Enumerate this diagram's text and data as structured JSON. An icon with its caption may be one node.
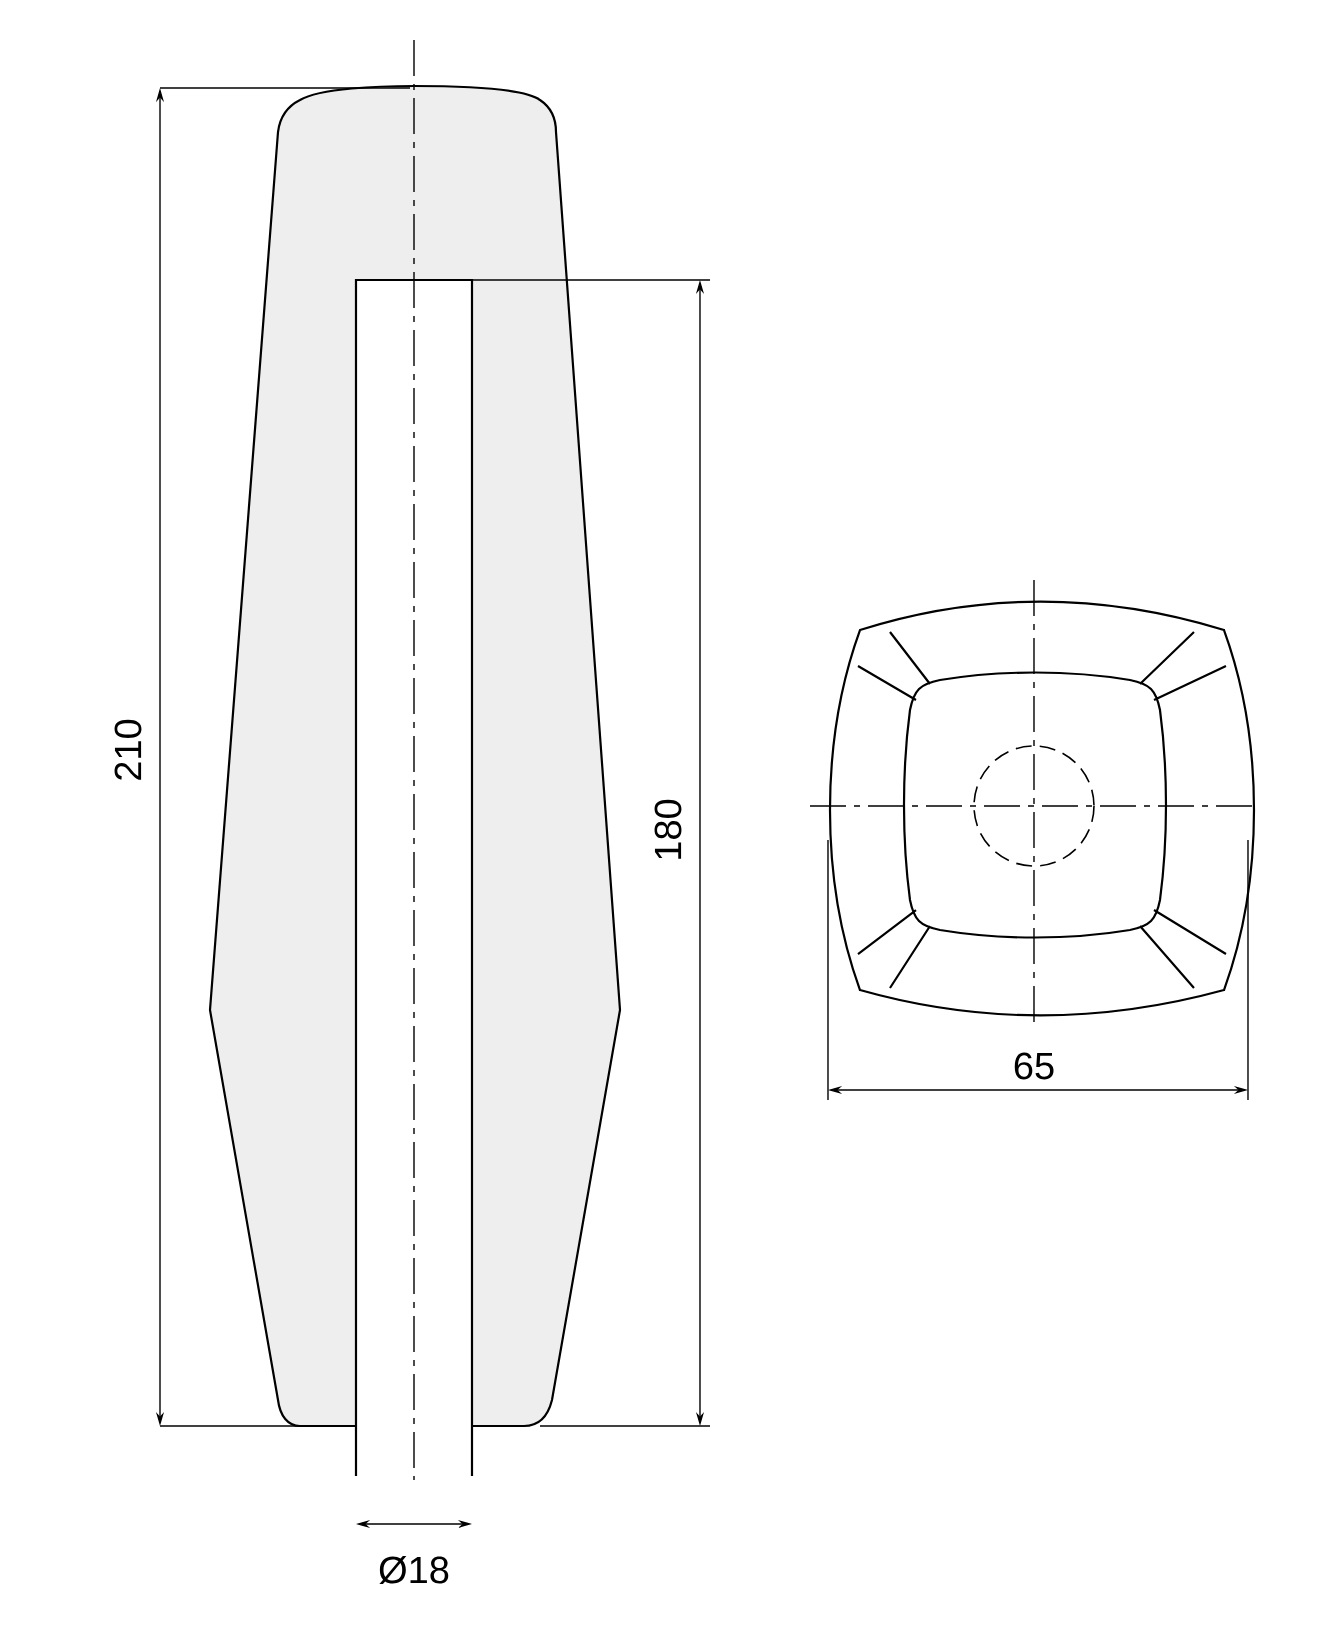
{
  "diagram": {
    "labels": [
      "210",
      "180",
      "Ø18",
      "65"
    ]
  }
}
